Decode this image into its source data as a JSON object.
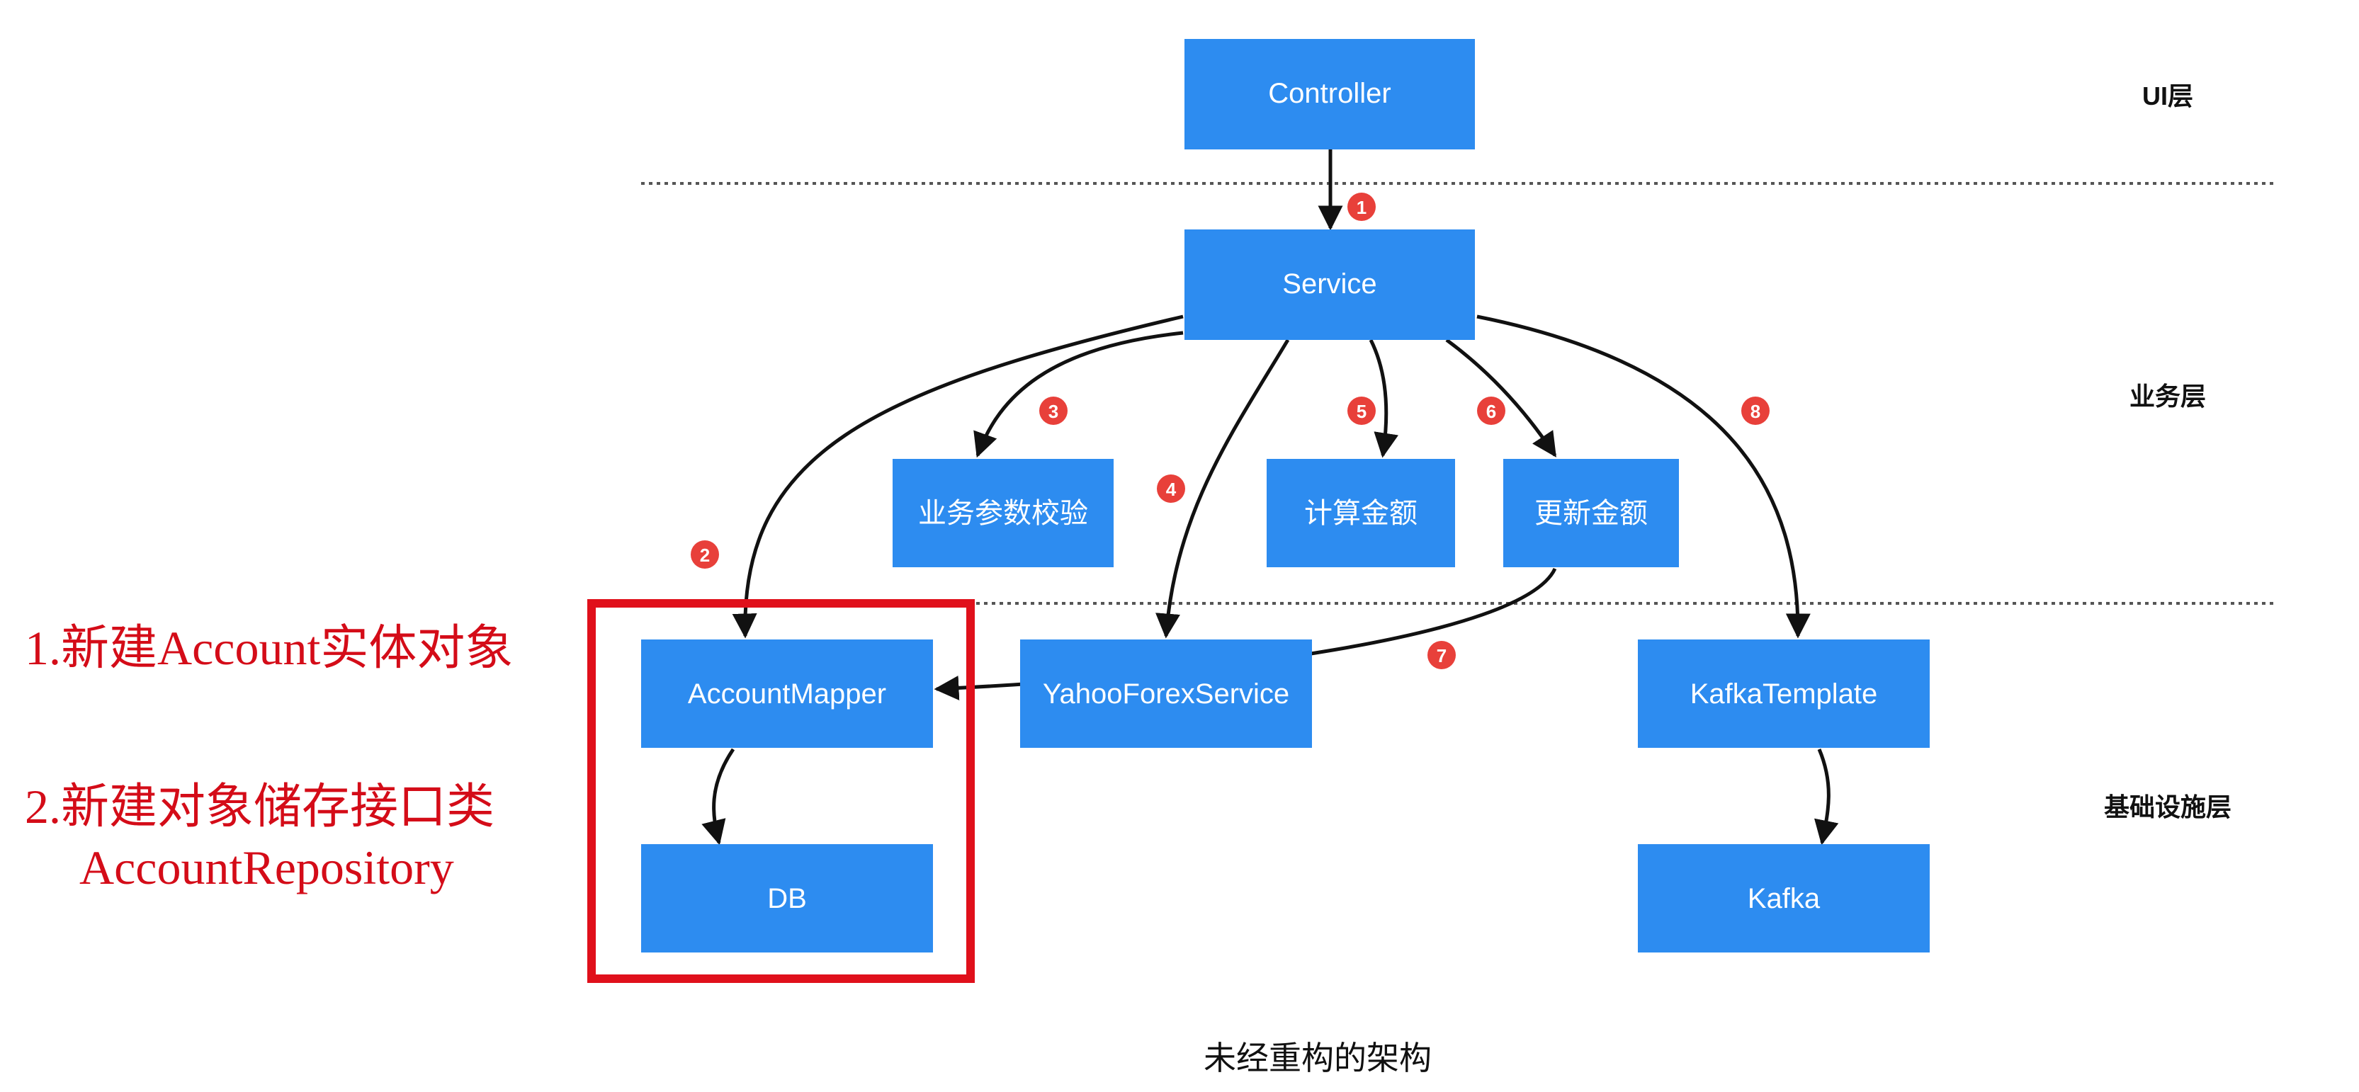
{
  "colors": {
    "box_fill": "#2d8cf0",
    "box_text": "#ffffff",
    "arrow": "#111111",
    "step_badge": "#e8403a",
    "highlight_border": "#e0101b",
    "annotation_text": "#d40c18",
    "separator": "#555555"
  },
  "layers": {
    "ui": "UI层",
    "business": "业务层",
    "infrastructure": "基础设施层"
  },
  "boxes": {
    "controller": "Controller",
    "service": "Service",
    "param_check": "业务参数校验",
    "calc_amount": "计算金额",
    "update_amount": "更新金额",
    "account_mapper": "AccountMapper",
    "yahoo_forex": "YahooForexService",
    "kafka_template": "KafkaTemplate",
    "db": "DB",
    "kafka": "Kafka"
  },
  "steps": [
    "1",
    "2",
    "3",
    "4",
    "5",
    "6",
    "7",
    "8"
  ],
  "annotations": {
    "note1": "1.新建Account实体对象",
    "note2_line1": "2.新建对象储存接口类",
    "note2_line2": "AccountRepository"
  },
  "caption": "未经重构的架构"
}
